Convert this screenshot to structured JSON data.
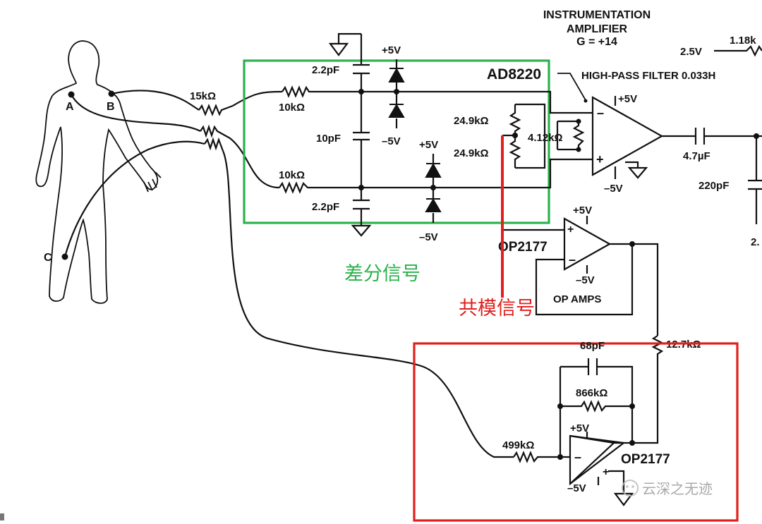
{
  "diagram": {
    "title": {
      "line1": "INSTRUMENTATION",
      "line2": "AMPLIFIER",
      "line3": "G = +14"
    },
    "body_points": {
      "a": "A",
      "b": "B",
      "c": "C"
    },
    "resistors": {
      "r_15k": "15kΩ",
      "r_10k_top": "10kΩ",
      "r_10k_bottom": "10kΩ",
      "r_24_9k_top": "24.9kΩ",
      "r_24_9k_bottom": "24.9kΩ",
      "r_4_12k": "4.12kΩ",
      "r_12_7k": "12.7kΩ",
      "r_866k": "866kΩ",
      "r_499k": "499kΩ",
      "r_1_18k": "1.18k"
    },
    "capacitors": {
      "c_2_2pf_top": "2.2pF",
      "c_10pf": "10pF",
      "c_2_2pf_bottom": "2.2pF",
      "c_4_7uf": "4.7µF",
      "c_220pf": "220pF",
      "c_68pf": "68pF"
    },
    "supplies": {
      "pos_diode_top": "+5V",
      "neg_diode_top": "–5V",
      "pos_diode_bottom": "+5V",
      "neg_diode_bottom": "–5V",
      "pos_inamp": "+5V",
      "neg_inamp": "–5V",
      "pos_buffer": "+5V",
      "neg_buffer": "–5V",
      "pos_drl": "+5V",
      "neg_drl": "–5V",
      "ref_2_5v": "2.5V",
      "right_edge_2": "2."
    },
    "parts": {
      "inamp": "AD8220",
      "buffer": "OP2177",
      "drl": "OP2177",
      "op_amps_caption": "OP AMPS"
    },
    "filter_label": "HIGH-PASS FILTER 0.033H",
    "inamp_minus": "–",
    "inamp_plus": "+",
    "annotations": {
      "differential": "差分信号",
      "common_mode": "共模信号",
      "watermark": "云深之无迹"
    },
    "colors": {
      "differential_box": "#2bb24c",
      "common_mode_box": "#e0201e",
      "wire": "#111111"
    }
  }
}
